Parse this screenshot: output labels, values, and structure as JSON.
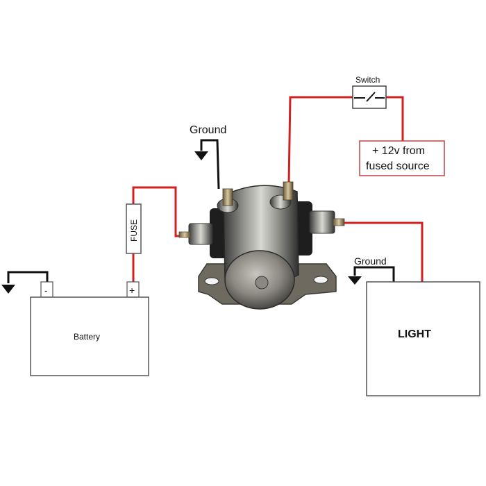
{
  "labels": {
    "switch": "Switch",
    "source_line1": "+ 12v from",
    "source_line2": "fused source",
    "ground_top": "Ground",
    "ground_light": "Ground",
    "fuse": "FUSE",
    "battery": "Battery",
    "battery_minus": "-",
    "battery_plus": "+",
    "light": "LIGHT"
  },
  "colors": {
    "positive_wire": "#d02020",
    "ground_wire": "#111111",
    "outline": "#444444",
    "source_box_border": "#c04040"
  }
}
